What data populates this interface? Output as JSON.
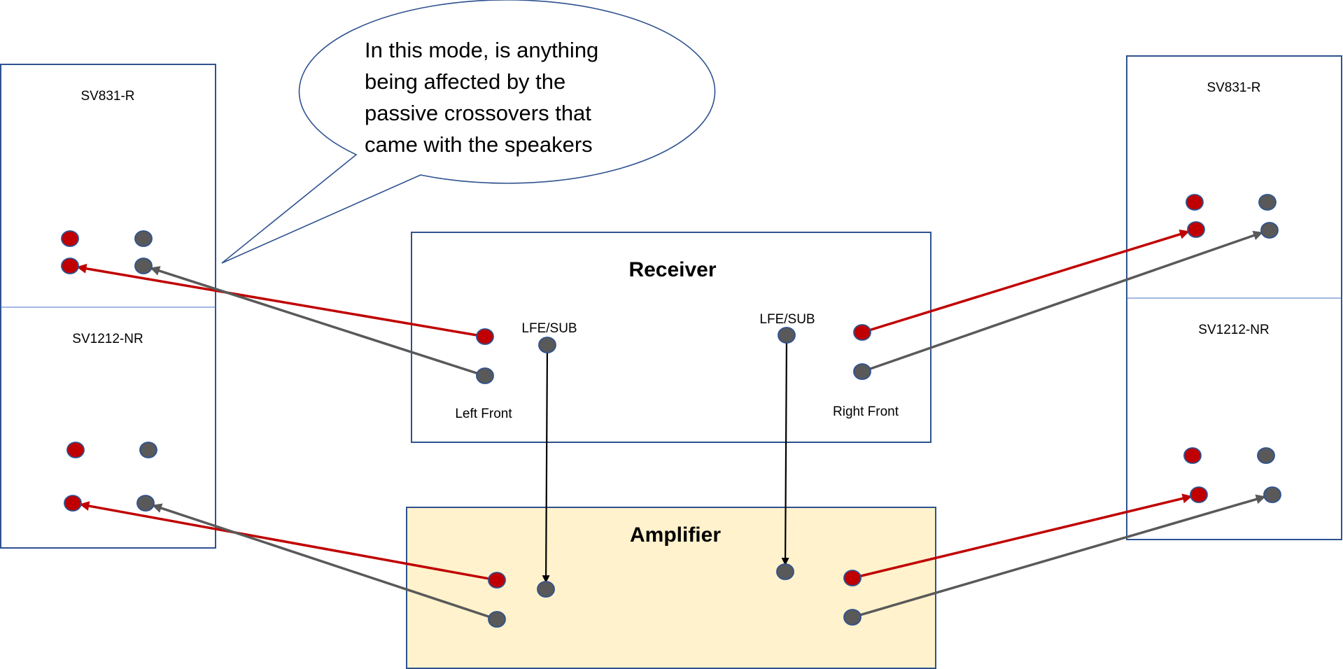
{
  "colors": {
    "outline": "#2F528F",
    "positive": "#C00000",
    "negative": "#595959",
    "signal": "#000000",
    "amp_fill": "#FFF2CC",
    "background": "#FFFFFF"
  },
  "callout": {
    "lines": [
      "In this mode, is anything",
      "being affected by the",
      "passive crossovers that",
      "came with the speakers"
    ]
  },
  "left_speaker": {
    "upper_label": "SV831-R",
    "lower_label": "SV1212-NR"
  },
  "right_speaker": {
    "upper_label": "SV831-R",
    "lower_label": "SV1212-NR"
  },
  "receiver": {
    "title": "Receiver",
    "lfe_left_label": "LFE/SUB",
    "lfe_right_label": "LFE/SUB",
    "left_front_label": "Left Front",
    "right_front_label": "Right Front"
  },
  "amplifier": {
    "title": "Amplifier"
  },
  "connections": [
    {
      "from": "receiver-left-front-positive",
      "to": "left-sv831-positive",
      "polarity": "positive"
    },
    {
      "from": "receiver-left-front-negative",
      "to": "left-sv831-negative",
      "polarity": "negative"
    },
    {
      "from": "amplifier-left-positive",
      "to": "left-sv1212-positive",
      "polarity": "positive"
    },
    {
      "from": "amplifier-left-negative",
      "to": "left-sv1212-negative",
      "polarity": "negative"
    },
    {
      "from": "receiver-right-front-positive",
      "to": "right-sv831-positive",
      "polarity": "positive"
    },
    {
      "from": "receiver-right-front-negative",
      "to": "right-sv831-negative",
      "polarity": "negative"
    },
    {
      "from": "amplifier-right-positive",
      "to": "right-sv1212-positive",
      "polarity": "positive"
    },
    {
      "from": "amplifier-right-negative",
      "to": "right-sv1212-negative",
      "polarity": "negative"
    },
    {
      "from": "receiver-lfe-left",
      "to": "amplifier-lfe-left",
      "polarity": "signal"
    },
    {
      "from": "receiver-lfe-right",
      "to": "amplifier-lfe-right",
      "polarity": "signal"
    }
  ]
}
